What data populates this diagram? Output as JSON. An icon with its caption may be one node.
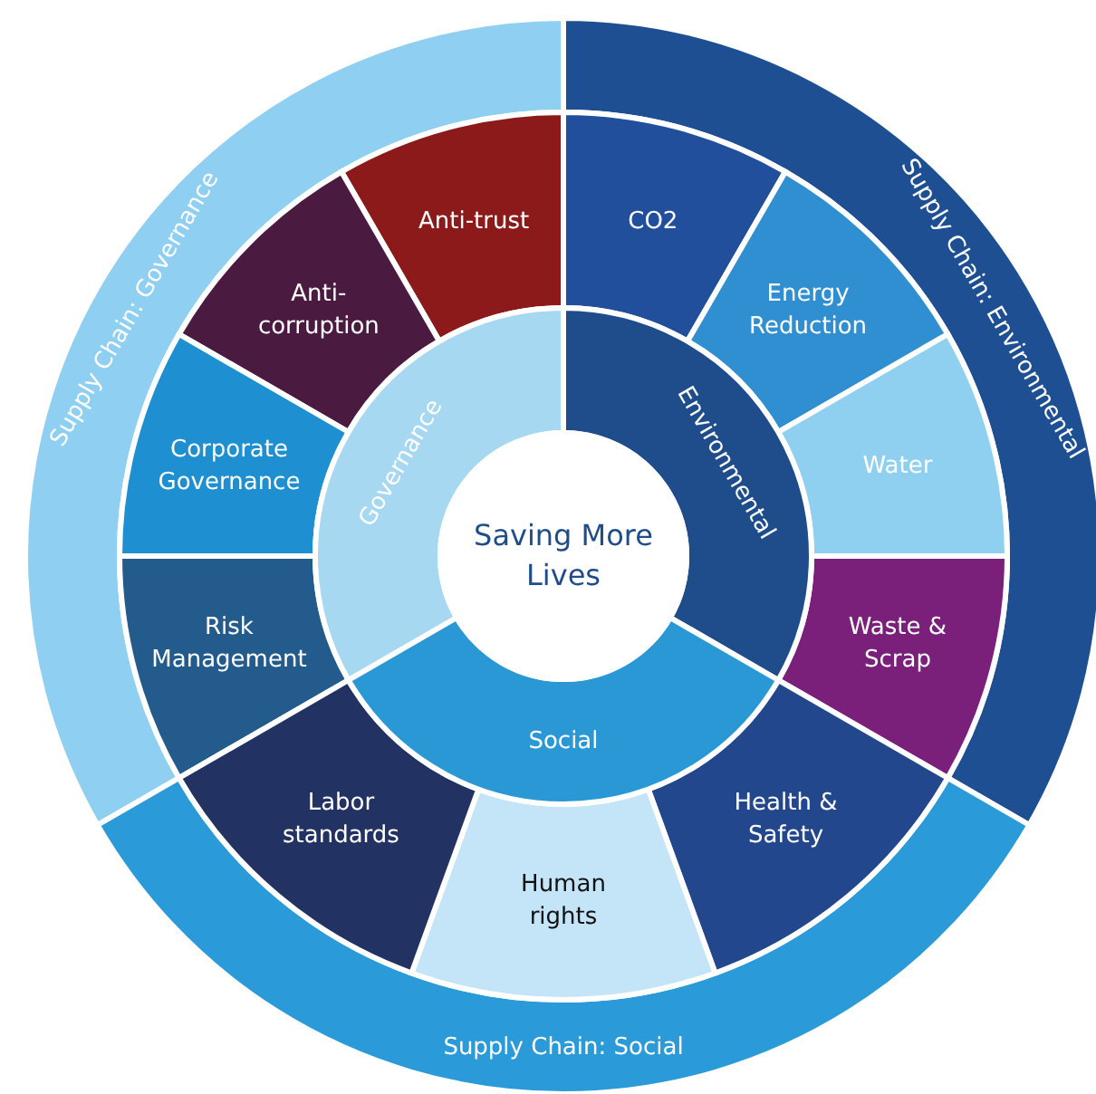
{
  "diagram": {
    "nodes": [
      {
        "text": [
          "Saving More Lives"
        ]
      },
      {
        "text": [
          "Governance"
        ]
      },
      {
        "text": [
          "Environmental"
        ]
      },
      {
        "text": [
          "Social"
        ]
      },
      {
        "text": [
          "Anti-trust"
        ]
      },
      {
        "text": [
          "Anti-corruption"
        ]
      },
      {
        "text": [
          "Corporate Governance"
        ]
      },
      {
        "text": [
          "Risk Management"
        ]
      },
      {
        "text": [
          "CO2"
        ]
      },
      {
        "text": [
          "Energy Reduction"
        ]
      },
      {
        "text": [
          "Water"
        ]
      },
      {
        "text": [
          "Waste & Scrap"
        ]
      },
      {
        "text": [
          "Health & Safety"
        ]
      },
      {
        "text": [
          "Human rights"
        ]
      },
      {
        "text": [
          "Labor standards"
        ]
      },
      {
        "text": [
          "Supply Chain: Governance"
        ]
      },
      {
        "text": [
          "Supply Chain: Environmental"
        ]
      },
      {
        "text": [
          "Supply Chain: Social"
        ]
      }
    ]
  }
}
